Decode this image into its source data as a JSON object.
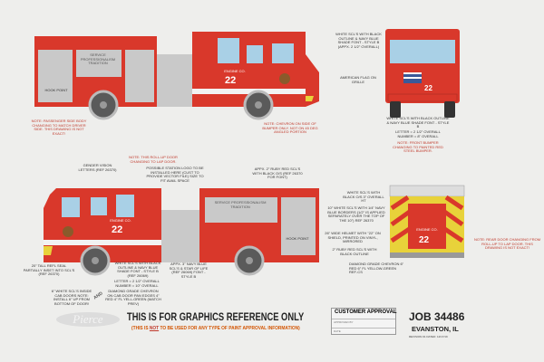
{
  "document": {
    "title": "THIS IS FOR GRAPHICS REFERENCE ONLY",
    "subtitle_pre": "(THIS IS ",
    "subtitle_not": "NOT",
    "subtitle_post": " TO BE USED FOR ANY TYPE OF PAINT APPROVAL INFORMATION)",
    "logo": "Pierce",
    "approval": {
      "heading": "CUSTOMER APPROVAL",
      "approved_by": "APPROVED BY",
      "date": "DATE"
    },
    "job": "JOB 34486",
    "location": "EVANSTON, IL",
    "revision": "REVISION #1  DATED: 12/17/19"
  },
  "truck": {
    "unit_label": "ENGINE CO.",
    "unit_number": "22",
    "compartment_text": "SERVICE PROFESSIONALISM TRADITION",
    "decal_text": "HOOK POINT"
  },
  "annotations": {
    "top_passenger_note": "NOTE: PASSENGER SIDE BODY CHANGING TO MATCH DRIVER SIDE. THIS DRAWING IS NOT EXACT!",
    "top_chevron_note": "NOTE: CHEVRON ON SIDE OF BUMPER ONLY. NOT ON 45 DEG ANGLED PORTION",
    "front_cab_lettering": "WHITE SCL'S WITH BLACK OUTLINE & NAVY BLUE SHADE FONT - STYLE B (APPX. 2 1/2\" OVERALL)",
    "front_flag": "AMERICAN FLAG ON GRILLE",
    "front_number": "WHITE SCL'S WITH BLACK OUTLINE & NAVY BLUE SHADE FONT - STYLE B",
    "front_size": "LETTER = 2 1/2\" OVERALL NUMBER = 8\" OVERALL",
    "front_bumper_note": "NOTE: FRONT BUMPER CHANGING TO PAINTED RED STEEL BUMPER.",
    "rollup_note": "NOTE: THIS ROLL-UP DOOR CHANGING TO LAP DOOR.",
    "gender_vision": "GENDER VISION LETTERS (REF 26370)",
    "station_logo": "POSSIBLE STATION LOGO TO BE INSTALLED HERE (CUST TO PROVIDE VECTOR FILE) SIZE TO FIT AVAIL SPACE",
    "ruby_red": "APPX. 2\" RUBY RED SCL'S WITH BLACK O/S (REF 26370 FOR FONT)",
    "seal": "20\" TALL REFL SEAL PARTIALLY INSET INTO SCL'S (REF 26370)",
    "side_number": "WHITE SCL'S WITH BLACK OUTLINE & NAVY BLUE SHADE FONT - STYLE B (REF 26069)",
    "side_size": "LETTER = 2 1/2\" OVERALL NUMBER = 10\" OVERALL",
    "star_of_life": "APPX. 3\" NAVY BLUE SCL'S & STAR OF LIFE (REF 26069) FONT - STYLE B",
    "cab_doors": "6\" WHITE SCL'S INSIDE CAB DOORS NOTE: INSTALL 6\" UP FROM BOTTOM OF DOOR!",
    "and_label": "AND",
    "cab_chevron": "DIAMOND GRADE CHEVRON ON CAB DOOR PAN EDGES 4\" RED 4\" FL YELL-GREEN (MATCH PREV)",
    "rear_lettering": "WHITE SCL'S WITH BLACK O/S 3\" OVERALL HT",
    "border": "10\" WHITE SCL'S WITH 1/4\" NAVY BLUE BORDERS (1/2\" IS APPLIED SEPARATELY OVER THE TOP OF THE 10\") REF 26370",
    "helmet": "26\" WIDE HELMET WITH \"22\" ON SHIELD, PRINTED ON VINYL, MIRRORED",
    "ruby_outline": "2\" RUBY RED SCL'S WITH BLACK OUTLINE",
    "rear_chevron": "DIAMOND GRADE CHEVRON 6\" RED 6\" FL YELLOW-GREEN REF-CS",
    "rear_door_note": "NOTE: REAR DOOR CHANGING FROM ROLL-UP TO LAP DOOR. THIS DRAWING IS NOT EXACT!"
  },
  "colors": {
    "body_red": "#d9382b",
    "chevron_yellow": "#e8d23a",
    "compartment": "#c9c9c9",
    "accent": "#d35400"
  }
}
